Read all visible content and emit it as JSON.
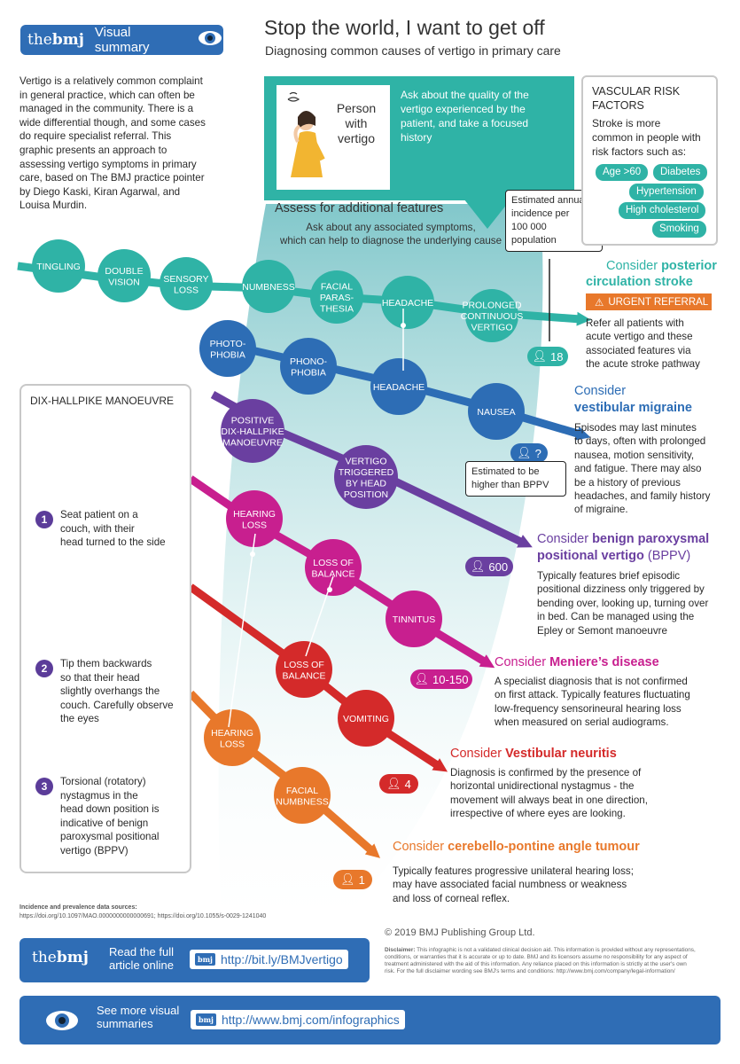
{
  "header": {
    "logo_the": "the",
    "logo_bmj": "bmj",
    "visual_summary": "Visual summary",
    "title": "Stop the world, I want to get off",
    "subtitle": "Diagnosing common causes of vertigo in primary care"
  },
  "intro": {
    "lines": [
      "Vertigo is a relatively common complaint",
      "in general practice, which can often be",
      "managed in the community. There is a",
      "wide differential though, and some cases",
      "do require specialist referral. This",
      "graphic presents an approach to",
      "assessing vertigo symptoms in primary",
      "care, based on The BMJ practice pointer",
      "by Diego Kaski, Kiran Agarwal, and",
      "Louisa Murdin."
    ]
  },
  "person": {
    "label_1": "Person",
    "label_2": "with",
    "label_3": "vertigo",
    "ask_lines": [
      "Ask about the quality of the",
      "vertigo experienced by the",
      "patient, and take a focused",
      "history"
    ]
  },
  "assess": {
    "title": "Assess for additional features",
    "line1": "Ask about any associated symptoms,",
    "line2": "which can help to diagnose the underlying cause"
  },
  "estimated": {
    "lines": [
      "Estimated annual",
      "incidence per",
      "100 000",
      "population"
    ]
  },
  "vascular": {
    "heading_1": "VASCULAR RISK",
    "heading_2": "FACTORS",
    "text_lines": [
      "Stroke is more",
      "common in people with",
      "risk factors such as:"
    ],
    "pills": [
      "Age >60",
      "Diabetes",
      "Hypertension",
      "High cholesterol",
      "Smoking"
    ]
  },
  "paths": [
    {
      "key": "stroke",
      "color": "#2fb3a6",
      "nodes": [
        {
          "lines": [
            "TINGLING"
          ]
        },
        {
          "lines": [
            "DOUBLE",
            "VISION"
          ]
        },
        {
          "lines": [
            "SENSORY",
            "LOSS"
          ]
        },
        {
          "lines": [
            "NUMBNESS"
          ]
        },
        {
          "lines": [
            "FACIAL",
            "PARAS-",
            "THESIA"
          ]
        },
        {
          "lines": [
            "HEADACHE"
          ]
        },
        {
          "lines": [
            "PROLONGED",
            "CONTINUOUS",
            "VERTIGO"
          ]
        }
      ]
    },
    {
      "key": "migraine",
      "color": "#2d6db5",
      "nodes": [
        {
          "lines": [
            "PHOTO-",
            "PHOBIA"
          ]
        },
        {
          "lines": [
            "PHONO-",
            "PHOBIA"
          ]
        },
        {
          "lines": [
            "HEADACHE"
          ]
        },
        {
          "lines": [
            "NAUSEA"
          ]
        }
      ]
    },
    {
      "key": "bppv",
      "color": "#6a3fa0",
      "nodes": [
        {
          "lines": [
            "POSITIVE",
            "DIX-HALLPIKE",
            "MANOEUVRE"
          ]
        },
        {
          "lines": [
            "VERTIGO",
            "TRIGGERED",
            "BY HEAD",
            "POSITION"
          ]
        }
      ]
    },
    {
      "key": "meniere",
      "color": "#c81f8f",
      "nodes": [
        {
          "lines": [
            "HEARING",
            "LOSS"
          ]
        },
        {
          "lines": [
            "LOSS OF",
            "BALANCE"
          ]
        },
        {
          "lines": [
            "TINNITUS"
          ]
        }
      ]
    },
    {
      "key": "neuritis",
      "color": "#d42a2a",
      "nodes": [
        {
          "lines": [
            "LOSS OF",
            "BALANCE"
          ]
        },
        {
          "lines": [
            "VOMITING"
          ]
        }
      ]
    },
    {
      "key": "cpa",
      "color": "#e8782b",
      "nodes": [
        {
          "lines": [
            "HEARING",
            "LOSS"
          ]
        },
        {
          "lines": [
            "FACIAL",
            "NUMBNESS"
          ]
        }
      ]
    }
  ],
  "conditions": {
    "stroke": {
      "prefix": "Consider ",
      "name_1": "posterior",
      "name_2": "circulation stroke",
      "urgent": "URGENT REFERRAL",
      "text_lines": [
        "Refer all patients with",
        "acute vertigo and these",
        "associated features via",
        "the acute stroke pathway"
      ],
      "badge": "18"
    },
    "migraine": {
      "prefix": "Consider",
      "name": "vestibular migraine",
      "text_lines": [
        "Episodes may last minutes",
        " to days, often with prolonged",
        "nausea, motion sensitivity,",
        "and fatigue. There may also",
        "be a history of previous",
        "headaches, and family history",
        "of migraine."
      ],
      "badge": "?",
      "note_lines": [
        "Estimated to be",
        "higher than BPPV"
      ]
    },
    "bppv": {
      "prefix": "Consider ",
      "name_1": "benign paroxysmal",
      "name_2": "positional vertigo",
      "suffix": " (BPPV)",
      "text_lines": [
        "Typically features brief episodic",
        "positional dizziness only triggered by",
        "bending over, looking up, turning over",
        "in bed. Can be managed using the",
        "Epley or Semont manoeuvre"
      ],
      "badge": "600"
    },
    "meniere": {
      "prefix": "Consider ",
      "name": "Meniere’s disease",
      "text_lines": [
        "A specialist diagnosis that is not confirmed",
        "on first attack. Typically features fluctuating",
        "low-frequency sensorineural hearing loss",
        "when measured on serial audiograms."
      ],
      "badge": "10-150"
    },
    "neuritis": {
      "prefix": "Consider ",
      "name": "Vestibular neuritis",
      "text_lines": [
        "Diagnosis is confirmed by the presence of",
        "horizontal unidirectional nystagmus - the",
        "movement will always beat in one direction,",
        "irrespective of where eyes are looking."
      ],
      "badge": "4"
    },
    "cpa": {
      "prefix": "Consider ",
      "name": "cerebello-pontine angle tumour",
      "text_lines": [
        "Typically features progressive unilateral hearing loss;",
        "may have associated facial numbness or weakness",
        "and loss of corneal reflex."
      ],
      "badge": "1"
    }
  },
  "dix": {
    "title": "DIX-HALLPIKE MANOEUVRE",
    "steps": [
      {
        "num": "1",
        "lines": [
          "Seat patient on a",
          "couch, with their",
          "head turned to the side"
        ]
      },
      {
        "num": "2",
        "lines": [
          "Tip them backwards",
          "so that their head",
          "slightly overhangs the",
          "couch. Carefully observe",
          "the eyes"
        ]
      },
      {
        "num": "3",
        "lines": [
          "Torsional (rotatory)",
          "nystagmus in the",
          "head down position is",
          "indicative of benign",
          "paroxysmal positional",
          "vertigo (BPPV)"
        ]
      }
    ]
  },
  "sources": {
    "title": "Incidence and prevalence data sources:",
    "text": "https://doi.org/10.1097/MAO.0000000000000691; https://doi.org/10.1055/s-0029-1241040"
  },
  "copyright": "© 2019 BMJ Publishing Group Ltd.",
  "disclaimer": {
    "label": "Disclaimer:",
    "lines": [
      "This infographic is not a validated clinical decision aid. This information is provided without any representations,",
      "conditions, or warranties that it is accurate or up to date. BMJ and its licensors assume no responsibility for any aspect of",
      "treatment administered with the aid of this information. Any reliance placed on this information is strictly at the user's own",
      "risk. For the full disclaimer wording see BMJ's terms and conditions: http://www.bmj.com/company/legal-information/"
    ]
  },
  "footer": {
    "read_1": "Read the full",
    "read_2": "article online",
    "mini": "bmj",
    "url1": "http://bit.ly/BMJvertigo",
    "see_1": "See more visual",
    "see_2": "summaries",
    "url2": "http://www.bmj.com/infographics"
  }
}
